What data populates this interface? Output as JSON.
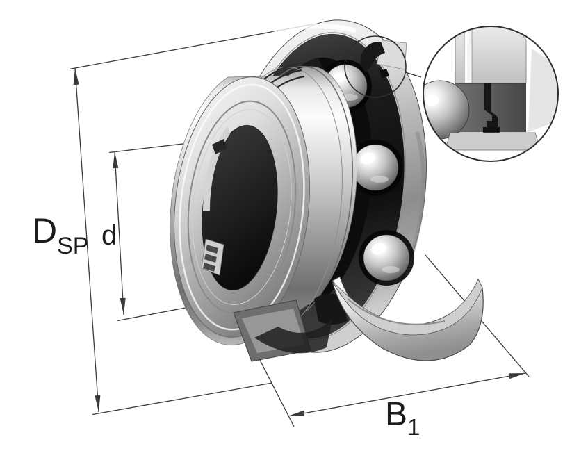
{
  "labels": {
    "dsp": {
      "base": "D",
      "sub": "SP"
    },
    "d": {
      "base": "d",
      "sub": ""
    },
    "b1": {
      "base": "B",
      "sub": "1"
    }
  },
  "palette": {
    "background": "#ffffff",
    "dimension_line": "#3a3a3a",
    "label_text": "#1d1d1d",
    "outer_ring_dark": "#161616",
    "seal_black": "#141414",
    "metal_light": "#f4f4f4",
    "metal_mid": "#b5b5b5",
    "metal_dark": "#6e6e6e",
    "ball_highlight": "#ffffff"
  }
}
